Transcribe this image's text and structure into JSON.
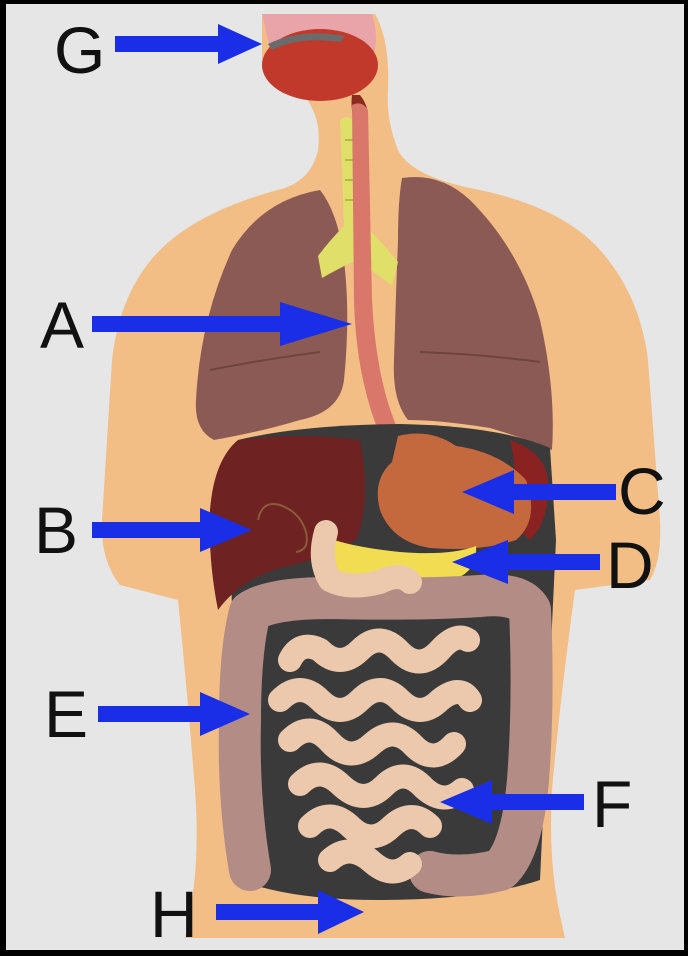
{
  "labels": {
    "g": "G",
    "a": "A",
    "b": "B",
    "c": "C",
    "d": "D",
    "e": "E",
    "f": "F",
    "h": "H"
  },
  "colors": {
    "background": "#e6e6e6",
    "frame": "#000000",
    "skin": "#f2be86",
    "lung": "#8c5a55",
    "lung_line": "#6e4440",
    "trachea": "#e0df6a",
    "esophagus": "#d9776a",
    "liver": "#6e2222",
    "stomach": "#c4683e",
    "pancreas": "#f2dc52",
    "large_intestine": "#b48c86",
    "small_intestine": "#ecc8ac",
    "cavity": "#3a3a3a",
    "mouth": "#c0392b",
    "arrow": "#1a2ee8",
    "label_text": "#111111"
  },
  "icons": [
    "arrow-right-icon",
    "arrow-left-icon"
  ]
}
